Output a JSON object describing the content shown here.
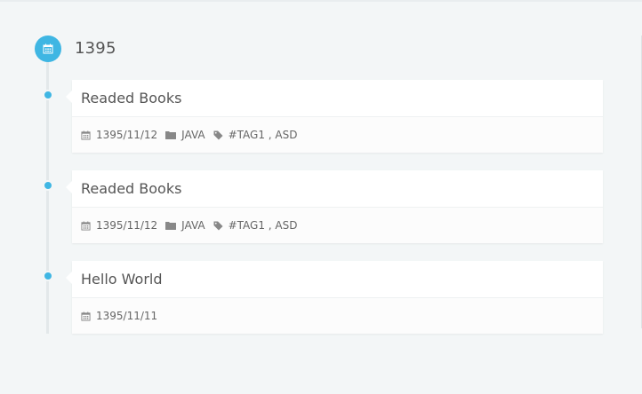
{
  "timeline": {
    "year": "1395",
    "year_icon": "calendar-icon",
    "accent": "#3fb6e3",
    "entries": [
      {
        "title": "Readed Books",
        "date": "1395/11/12",
        "category": "JAVA",
        "tags": "#TAG1 , ASD"
      },
      {
        "title": "Readed Books",
        "date": "1395/11/12",
        "category": "JAVA",
        "tags": "#TAG1 , ASD"
      },
      {
        "title": "Hello World",
        "date": "1395/11/11"
      }
    ]
  }
}
